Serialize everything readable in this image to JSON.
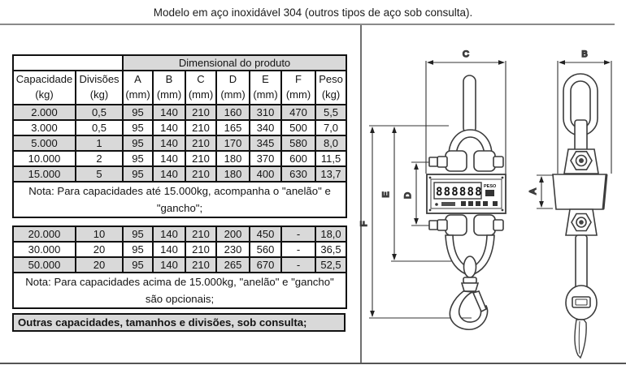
{
  "page": {
    "title": "Modelo em aço inoxidável 304 (outros tipos de aço sob consulta)."
  },
  "spec_table": {
    "dim_header": "Dimensional do produto",
    "header": [
      "Capacidade\n(kg)",
      "Divisões\n(kg)",
      "A\n(mm)",
      "B\n(mm)",
      "C\n(mm)",
      "D\n(mm)",
      "E\n(mm)",
      "F\n(mm)",
      "Peso\n(kg)"
    ],
    "rows": [
      [
        "2.000",
        "0,5",
        "95",
        "140",
        "210",
        "160",
        "310",
        "470",
        "5,5"
      ],
      [
        "3.000",
        "0,5",
        "95",
        "140",
        "210",
        "165",
        "340",
        "500",
        "7,0"
      ],
      [
        "5.000",
        "1",
        "95",
        "140",
        "210",
        "170",
        "345",
        "580",
        "8,0"
      ],
      [
        "10.000",
        "2",
        "95",
        "140",
        "210",
        "180",
        "370",
        "600",
        "11,5"
      ],
      [
        "15.000",
        "5",
        "95",
        "140",
        "210",
        "180",
        "400",
        "630",
        "13,7"
      ]
    ],
    "note": "Nota: Para capacidades até 15.000kg, acompanha o \"anelão\" e \"gancho\";"
  },
  "spec_table_2": {
    "rows": [
      [
        "20.000",
        "10",
        "95",
        "140",
        "210",
        "200",
        "450",
        "-",
        "18,0"
      ],
      [
        "30.000",
        "20",
        "95",
        "140",
        "210",
        "230",
        "560",
        "-",
        "36,5"
      ],
      [
        "50.000",
        "20",
        "95",
        "140",
        "210",
        "265",
        "670",
        "-",
        "52,5"
      ]
    ],
    "note": "Nota: Para capacidades acima de 15.000kg, \"anelão\" e \"gancho\" são opcionais;"
  },
  "footer_box": "Outras capacidades, tamanhos e divisões, sob consulta;",
  "diagram": {
    "front_view": {
      "width_label": "C",
      "height_label_f": "F",
      "height_label_e": "E",
      "height_label_d": "D",
      "display_digits": "888888",
      "display_label": "PESO"
    },
    "side_view": {
      "width_label": "B",
      "body_label": "A"
    }
  },
  "colors": {
    "table_gray": "#d9d9d9",
    "border_black": "#111111",
    "rule_gray": "#8a8a8a",
    "line_gray": "#3c3c3c"
  }
}
